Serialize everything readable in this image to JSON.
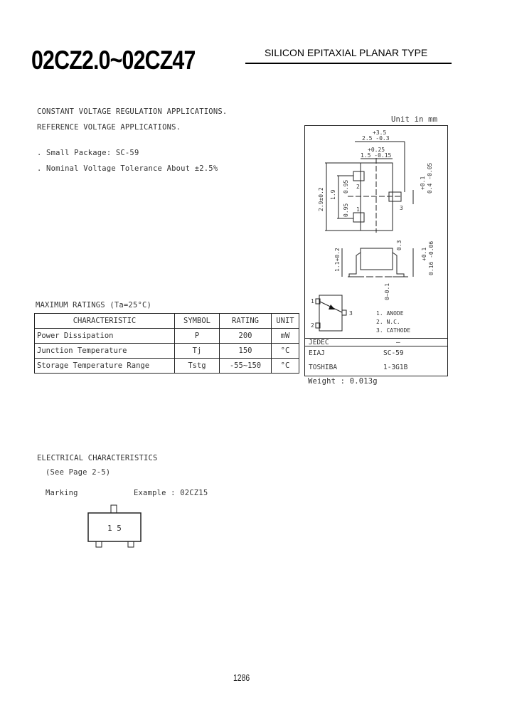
{
  "header": {
    "title": "02CZ2.0~02CZ47",
    "subtitle": "SILICON EPITAXIAL PLANAR TYPE"
  },
  "applications": [
    "CONSTANT VOLTAGE REGULATION APPLICATIONS.",
    "REFERENCE VOLTAGE APPLICATIONS."
  ],
  "features": [
    ". Small Package:  SC-59",
    ". Nominal Voltage Tolerance About ±2.5%"
  ],
  "package": {
    "unit": "Unit in mm",
    "dims": {
      "d1": "+3.5",
      "d1b": "2.5 -0.3",
      "d2": "+0.25",
      "d2b": "1.5 -0.15",
      "d3": "2.9±0.2",
      "d4": "1.9",
      "d5": "0.95",
      "d6": "0.95",
      "d7": "+0.1",
      "d7b": "0.4 -0.05",
      "d8": "1.1+0.2",
      "d9": "0.3",
      "d10": "+0.1",
      "d10b": "0.16 -0.06",
      "d11": "0~0.1"
    },
    "pins": {
      "p1": "1",
      "p2": "2",
      "p3": "3"
    },
    "pin_legend": [
      "1. ANODE",
      "2. N.C.",
      "3. CATHODE"
    ],
    "standards": [
      {
        "org": "JEDEC",
        "code": "—"
      },
      {
        "org": "EIAJ",
        "code": "SC-59"
      },
      {
        "org": "TOSHIBA",
        "code": "1-3G1B"
      }
    ],
    "weight": "Weight : 0.013g"
  },
  "max_ratings": {
    "title": "MAXIMUM RATINGS (Ta=25°C)",
    "headers": [
      "CHARACTERISTIC",
      "SYMBOL",
      "RATING",
      "UNIT"
    ],
    "rows": [
      [
        "Power Dissipation",
        "P",
        "200",
        "mW"
      ],
      [
        "Junction Temperature",
        "Tj",
        "150",
        "°C"
      ],
      [
        "Storage Temperature Range",
        "Tstg",
        "-55~150",
        "°C"
      ]
    ]
  },
  "electrical": {
    "title": "ELECTRICAL CHARACTERISTICS",
    "note": "(See Page 2-5)"
  },
  "marking": {
    "label": "Marking",
    "example": "Example : 02CZ15",
    "mark": "1 5"
  },
  "footer": {
    "page_number": "1286"
  }
}
